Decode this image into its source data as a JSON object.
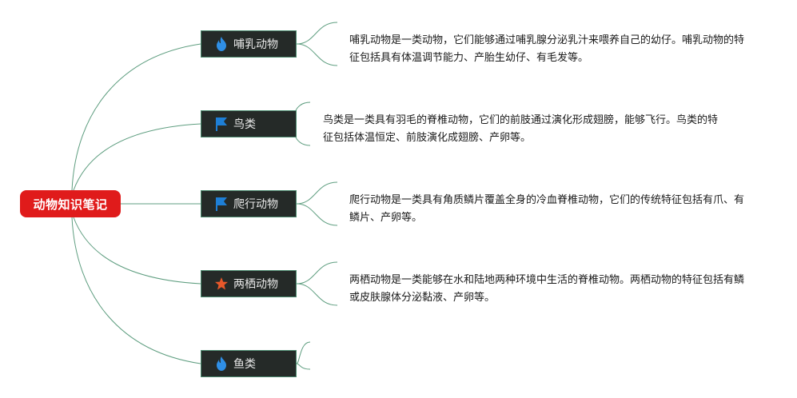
{
  "root": {
    "label": "动物知识笔记"
  },
  "topics": [
    {
      "label": "哺乳动物",
      "icon": "fire-icon",
      "note": "哺乳动物是一类动物，它们能够通过哺乳腺分泌乳汁来喂养自己的幼仔。哺乳动物的特征包括具有体温调节能力、产胎生幼仔、有毛发等。"
    },
    {
      "label": "鸟类",
      "icon": "flag-icon",
      "note": "鸟类是一类具有羽毛的脊椎动物，它们的前肢通过演化形成翅膀，能够飞行。鸟类的特征包括体温恒定、前肢演化成翅膀、产卵等。"
    },
    {
      "label": "爬行动物",
      "icon": "flag-icon",
      "note": "爬行动物是一类具有角质鳞片覆盖全身的冷血脊椎动物，它们的传统特征包括有爪、有鳞片、产卵等。"
    },
    {
      "label": "两栖动物",
      "icon": "star-icon",
      "note": "两栖动物是一类能够在水和陆地两种环境中生活的脊椎动物。两栖动物的特征包括有鳞或皮肤腺体分泌黏液、产卵等。"
    },
    {
      "label": "鱼类",
      "icon": "fire-icon",
      "note": ""
    }
  ],
  "colors": {
    "root_bg": "#e01b1b",
    "topic_bg": "#252a28",
    "line": "#5f9e80",
    "fire": "#2f8fe6",
    "flag": "#1e7fd6",
    "star": "#e8582a"
  }
}
